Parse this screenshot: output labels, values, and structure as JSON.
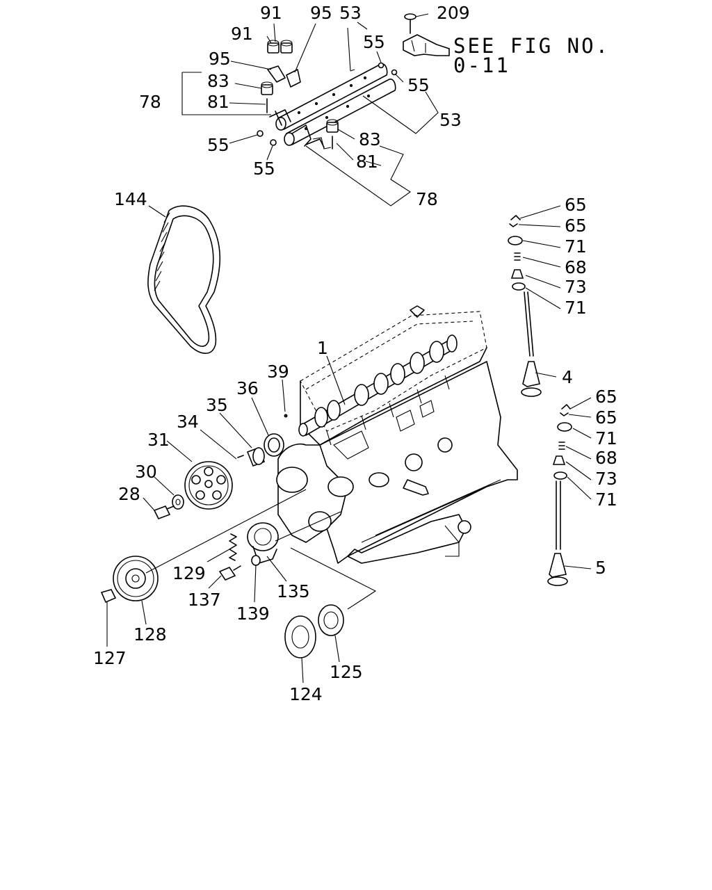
{
  "labels": {
    "p209": "209",
    "p91a": "91",
    "p91b": "91",
    "p95a": "95",
    "p95b": "95",
    "p53a": "53",
    "p53b": "53",
    "p55a": "55",
    "p55b": "55",
    "p55c": "55",
    "p55d": "55",
    "p83a": "83",
    "p83b": "83",
    "p81a": "81",
    "p81b": "81",
    "p78a": "78",
    "p78b": "78",
    "p144": "144",
    "p1": "1",
    "p39": "39",
    "p36": "36",
    "p35": "35",
    "p34": "34",
    "p31": "31",
    "p30": "30",
    "p28": "28",
    "p129": "129",
    "p137": "137",
    "p135": "135",
    "p139": "139",
    "p127": "127",
    "p128": "128",
    "p124": "124",
    "p125": "125",
    "p65a": "65",
    "p65b": "65",
    "p65c": "65",
    "p65d": "65",
    "p71a": "71",
    "p71b": "71",
    "p71c": "71",
    "p71d": "71",
    "p68a": "68",
    "p68b": "68",
    "p73a": "73",
    "p73b": "73",
    "p4": "4",
    "p5": "5"
  },
  "reference_note": {
    "line1": "SEE FIG NO.",
    "line2": "0-11"
  }
}
